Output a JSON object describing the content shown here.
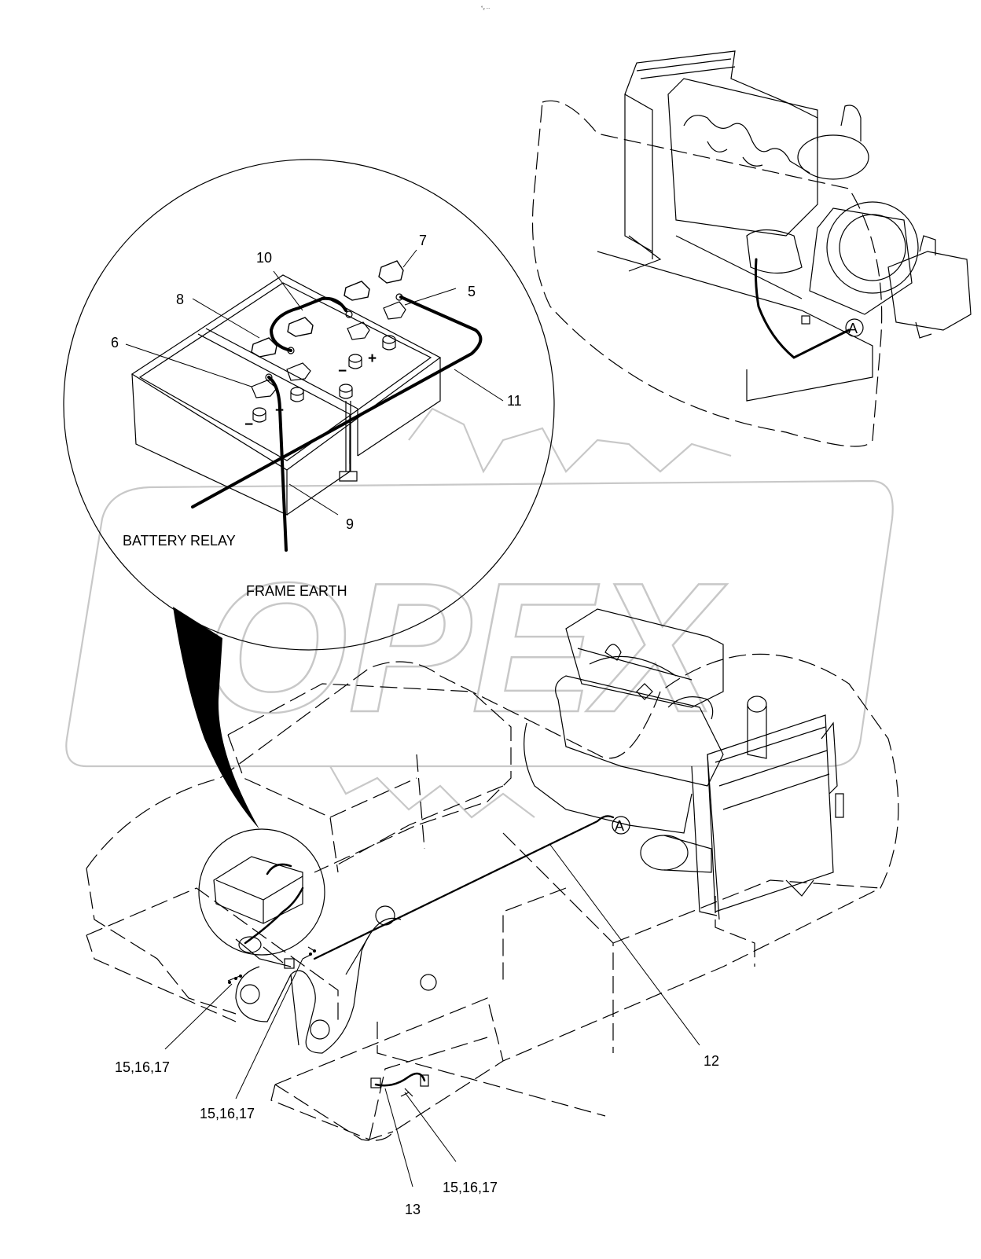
{
  "header": {
    "code": "°₂ ∙∙∙"
  },
  "watermark": {
    "text": "OPEX"
  },
  "labels": {
    "battery_relay": "BATTERY RELAY",
    "frame_earth": "FRAME EARTH",
    "connector_a_top": "A",
    "connector_a_bottom": "A"
  },
  "callouts": {
    "c5": "5",
    "c6": "6",
    "c7": "7",
    "c8": "8",
    "c9": "9",
    "c10": "10",
    "c11": "11",
    "c12": "12",
    "c13": "13",
    "c15a": "15,16,17",
    "c15b": "15,16,17",
    "c15c": "15,16,17"
  },
  "battery_marks": {
    "plus": "+",
    "minus": "−"
  }
}
